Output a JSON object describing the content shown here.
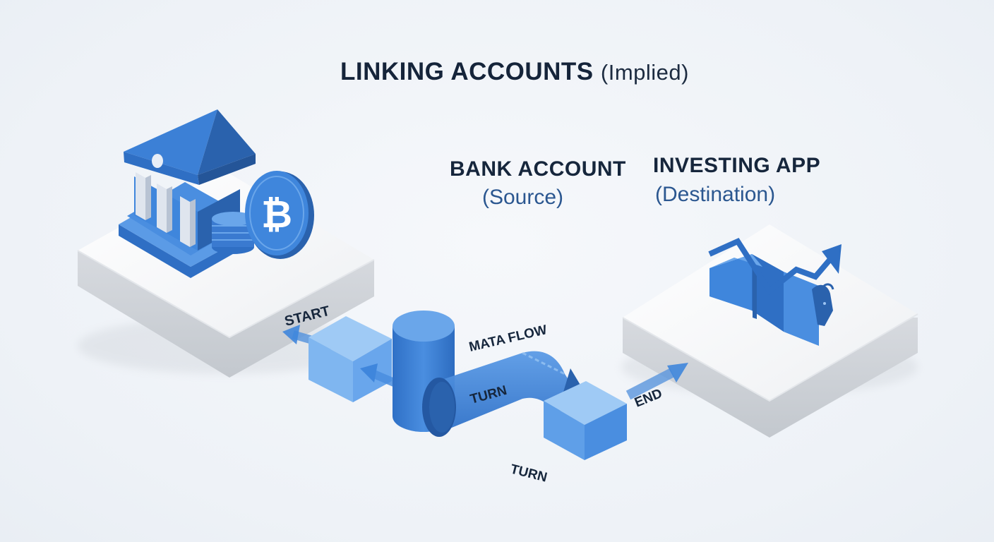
{
  "title": {
    "main": "LINKING ACCOUNTS",
    "note": "(Implied)"
  },
  "source": {
    "heading": "BANK ACCOUNT",
    "subheading": "(Source)"
  },
  "destination": {
    "heading": "INVESTING APP",
    "subheading": "(Destination)"
  },
  "flow_labels": {
    "start": "START",
    "data_flow": "MATA FLOW",
    "turn_pipe": "TURN",
    "turn_bottom": "TURN",
    "end": "END"
  },
  "icons": {
    "bank": "bank-building-icon",
    "coin": "bitcoin-coin-icon",
    "chart": "growth-chart-icon",
    "bull": "bull-icon"
  },
  "colors": {
    "primary_blue": "#3f86dc",
    "dark_blue": "#2a62ad",
    "light_blue": "#7fb6f0",
    "platform_top": "#f7f8fa",
    "platform_side": "#cfd3d8",
    "text_dark": "#15243a",
    "text_blue": "#2b5790"
  }
}
